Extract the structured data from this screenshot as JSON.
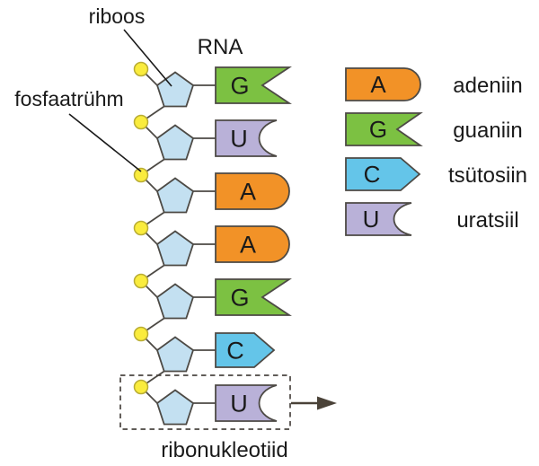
{
  "title": "RNA",
  "labels": {
    "ribose": "riboos",
    "phosphate": "fosfaatrühm",
    "ribonucleotide": "ribonukleotiid"
  },
  "chain": {
    "sequence": [
      "G",
      "U",
      "A",
      "A",
      "G",
      "C",
      "U"
    ]
  },
  "legend": [
    {
      "base": "A",
      "name": "adeniin"
    },
    {
      "base": "G",
      "name": "guaniin"
    },
    {
      "base": "C",
      "name": "tsütosiin"
    },
    {
      "base": "U",
      "name": "uratsiil"
    }
  ],
  "icons": {
    "continuation": "arrow-right"
  },
  "colors": {
    "adenine": "#F29227",
    "guanine": "#7CC142",
    "cytosine": "#64C5E9",
    "uracil": "#B9B1D8",
    "ribose": "#C3E0F1",
    "phosphate_fill": "#FAEC3D",
    "phosphate_stroke": "#B8AC34",
    "outline": "#4D4A45",
    "letter": "#262626"
  }
}
